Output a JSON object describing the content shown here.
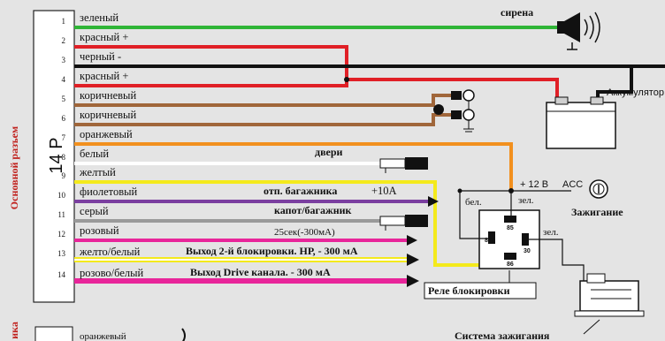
{
  "connector": {
    "title": "Основной разъем",
    "code": "14 P",
    "pins": [
      {
        "num": "1",
        "label": "зеленый",
        "color": "#2fb536"
      },
      {
        "num": "2",
        "label": "красный +",
        "color": "#e01f26"
      },
      {
        "num": "3",
        "label": "черный -",
        "color": "#111111"
      },
      {
        "num": "4",
        "label": "красный +",
        "color": "#e01f26"
      },
      {
        "num": "5",
        "label": "коричневый",
        "color": "#a0663a"
      },
      {
        "num": "6",
        "label": "коричневый",
        "color": "#a0663a"
      },
      {
        "num": "7",
        "label": "оранжевый",
        "color": "#f2901e"
      },
      {
        "num": "8",
        "label": "белый",
        "color": "#ffffff"
      },
      {
        "num": "9",
        "label": "желтый",
        "color": "#f4ea1c"
      },
      {
        "num": "10",
        "label": "фиолетовый",
        "color": "#7b3fa0"
      },
      {
        "num": "11",
        "label": "серый",
        "color": "#9a9a9a"
      },
      {
        "num": "12",
        "label": "розовый",
        "color": "#e8259a"
      },
      {
        "num": "13",
        "label": "желто/белый",
        "color": "#f4ea1c"
      },
      {
        "num": "14",
        "label": "розово/белый",
        "color": "#e8259a"
      }
    ]
  },
  "labels": {
    "siren": "сирена",
    "battery": "Аккумулятор",
    "doors": "двери",
    "trunk_output": "отп. багажника",
    "trunk_current": "+10A",
    "hood_trunk": "капот/багажник",
    "pink_output": "25сек(-300мА)",
    "block2": "Выход 2-й блокировки. НР, - 300 мА",
    "drive": "Выход Drive канала. - 300 мА",
    "plus12": "+ 12 В",
    "acc": "ACC",
    "ignition": "Зажигание",
    "relay": "Реле блокировки",
    "ignition_system": "Система зажигания",
    "bel": "бел.",
    "zel1": "зел.",
    "zel2": "зел.",
    "pin85": "85",
    "pin87a": "87a",
    "pin30": "30",
    "pin86": "86",
    "legend_side": "ика",
    "legend_orange": "оранжевый"
  },
  "colors": {
    "background": "#e4e4e4",
    "title_red": "#c0211d"
  }
}
